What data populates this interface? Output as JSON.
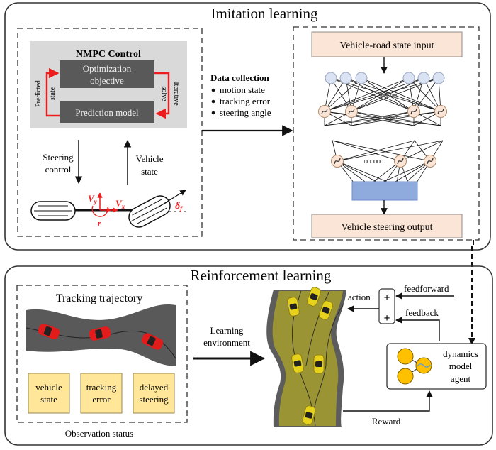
{
  "imitation": {
    "title": "Imitation learning",
    "nmpc": {
      "title": "NMPC Control",
      "opt_line1": "Optimization",
      "opt_line2": "objective",
      "pred_model": "Prediction model",
      "pred_state_line1": "Predicted",
      "pred_state_line2": "state",
      "iter_line1": "Iterative",
      "iter_line2": "solve"
    },
    "steering_line1": "Steering",
    "steering_line2": "control",
    "vehicle_line1": "Vehicle",
    "vehicle_line2": "state",
    "symbols": {
      "vy": "V",
      "vy_sub": "y",
      "vx": "V",
      "vx_sub": "x",
      "r": "r",
      "delta": "δ",
      "delta_sub": "f"
    },
    "data_collection": {
      "title": "Data collection",
      "items": [
        "motion state",
        "tracking error",
        "steering angle"
      ]
    },
    "network": {
      "input_label": "Vehicle-road state input",
      "output_label": "Vehicle steering  output",
      "ellipsis": "oooooo"
    }
  },
  "reinforcement": {
    "title": "Reinforcement learning",
    "tracking_title": "Tracking trajectory",
    "obs_boxes": [
      {
        "line1": "vehicle",
        "line2": "state"
      },
      {
        "line1": "tracking",
        "line2": "error"
      },
      {
        "line1": "delayed",
        "line2": "steering"
      }
    ],
    "obs_caption": "Observation status",
    "env_line1": "Learning",
    "env_line2": "environment",
    "action": "action",
    "feedforward": "feedforward",
    "feedback": "feedback",
    "plus": "+",
    "agent_line1": "dynamics",
    "agent_line2": "model",
    "agent_line3": "agent",
    "reward": "Reward"
  },
  "colors": {
    "red": "#ee1c1c",
    "gray_panel": "#d9d9d9",
    "dark_box": "#595959",
    "peach": "#fbe5d6",
    "node_blue": "#dae3f3",
    "output_blue": "#8faadc",
    "road_dark": "#595959",
    "road_olive": "#9b9434",
    "obs_yellow": "#ffe699",
    "agent_orange": "#ffc000"
  }
}
